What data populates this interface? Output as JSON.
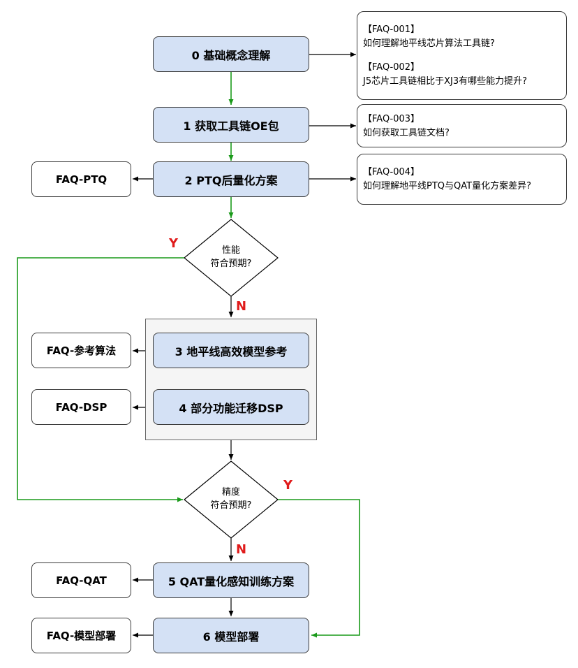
{
  "steps": {
    "s0": "0 基础概念理解",
    "s1": "1 获取工具链OE包",
    "s2": "2 PTQ后量化方案",
    "s3": "3 地平线高效模型参考",
    "s4": "4 部分功能迁移DSP",
    "s5": "5 QAT量化感知训练方案",
    "s6": "6 模型部署"
  },
  "faq_boxes": {
    "ptq": "FAQ-PTQ",
    "ref": "FAQ-参考算法",
    "dsp": "FAQ-DSP",
    "qat": "FAQ-QAT",
    "deploy": "FAQ-模型部署"
  },
  "notes": {
    "n1": {
      "id1": "【FAQ-001】",
      "q1": "如何理解地平线芯片算法工具链?",
      "id2": "【FAQ-002】",
      "q2": "J5芯片工具链相比于XJ3有哪些能力提升?"
    },
    "n2": {
      "id": "【FAQ-003】",
      "q": "如何获取工具链文档?"
    },
    "n3": {
      "id": "【FAQ-004】",
      "q": "如何理解地平线PTQ与QAT量化方案差异?"
    }
  },
  "decisions": {
    "performance": {
      "line1": "性能",
      "line2": "符合预期?"
    },
    "accuracy": {
      "line1": "精度",
      "line2": "符合预期?"
    }
  },
  "branch_labels": {
    "yes": "Y",
    "no": "N"
  },
  "colors": {
    "step_fill": "#d4e1f5",
    "green_flow": "#1a9a1a",
    "yn_red": "#e01b1b",
    "group_fill": "#f5f5f5"
  }
}
